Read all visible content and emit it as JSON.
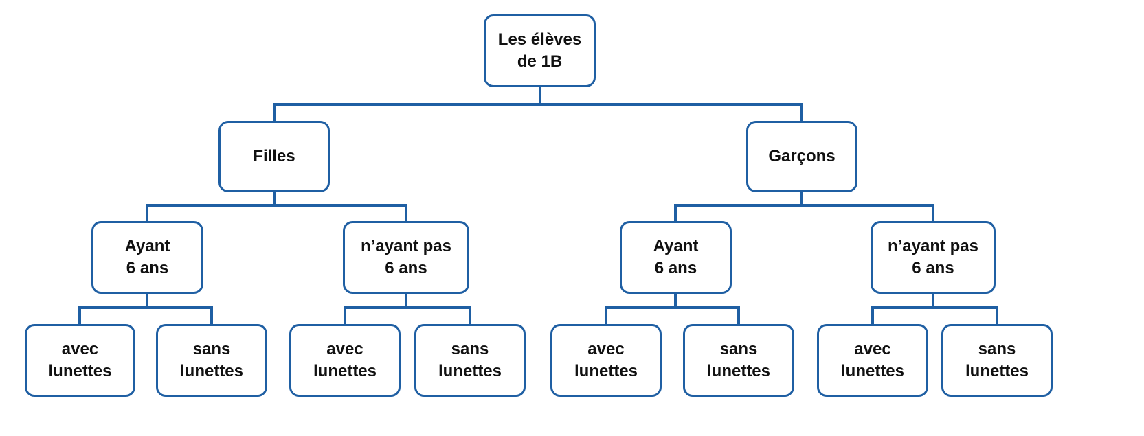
{
  "colors": {
    "stroke": "#1f5fa3",
    "text": "#111111",
    "background": "#ffffff"
  },
  "tree": {
    "root": "Les élèves\nde 1B",
    "level1": [
      "Filles",
      "Garçons"
    ],
    "level2": [
      "Ayant\n6 ans",
      "n’ayant pas\n6 ans",
      "Ayant\n6 ans",
      "n’ayant pas\n6 ans"
    ],
    "level3": [
      "avec\nlunettes",
      "sans\nlunettes",
      "avec\nlunettes",
      "sans\nlunettes",
      "avec\nlunettes",
      "sans\nlunettes",
      "avec\nlunettes",
      "sans\nlunettes"
    ]
  }
}
